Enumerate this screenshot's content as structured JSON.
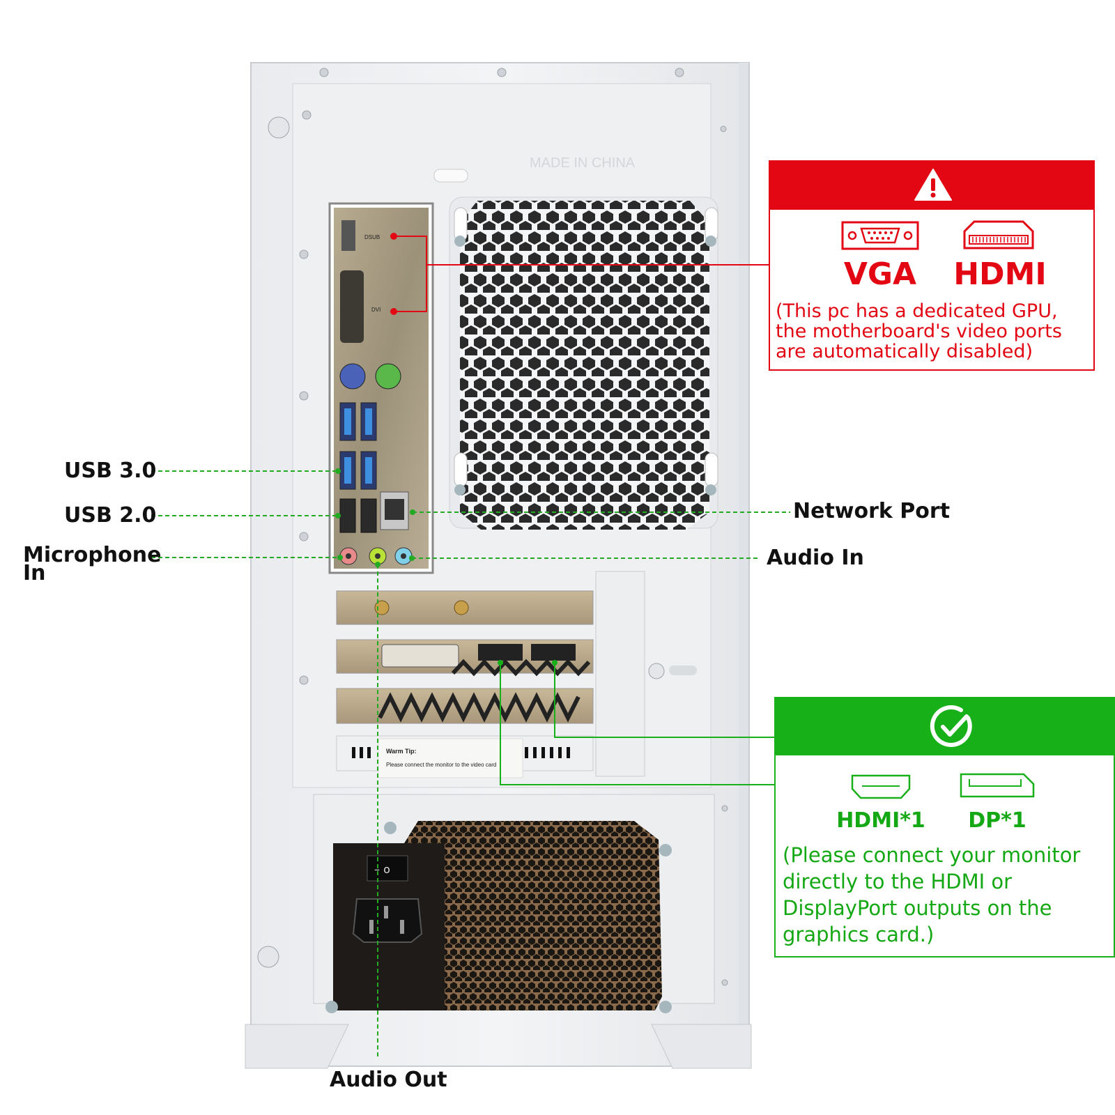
{
  "labels": {
    "usb3": "USB 3.0",
    "usb2": "USB 2.0",
    "mic_line1": "Microphone",
    "mic_line2": "In",
    "network": "Network Port",
    "audio_in": "Audio In",
    "audio_out": "Audio Out"
  },
  "warning_box": {
    "icon": "warning-triangle-icon",
    "ports": [
      "VGA",
      "HDMI"
    ],
    "note_lines": [
      "(This pc has a dedicated GPU,",
      "the motherboard's video ports",
      "are automatically disabled)"
    ]
  },
  "ok_box": {
    "icon": "checkmark-circle-icon",
    "ports": [
      "HDMI*1",
      "DP*1"
    ],
    "note_lines": [
      "(Please connect your monitor",
      "directly to the HDMI or",
      "DisplayPort outputs on the",
      "graphics card.)"
    ]
  },
  "case_text": {
    "made_in": "MADE IN CHINA",
    "warm_tip_title": "Warm Tip:",
    "warm_tip_text": "Please connect the monitor to the video card"
  },
  "colors": {
    "warning_red": "#e30613",
    "ok_green": "#18b018",
    "leader_green": "#22aa22"
  }
}
